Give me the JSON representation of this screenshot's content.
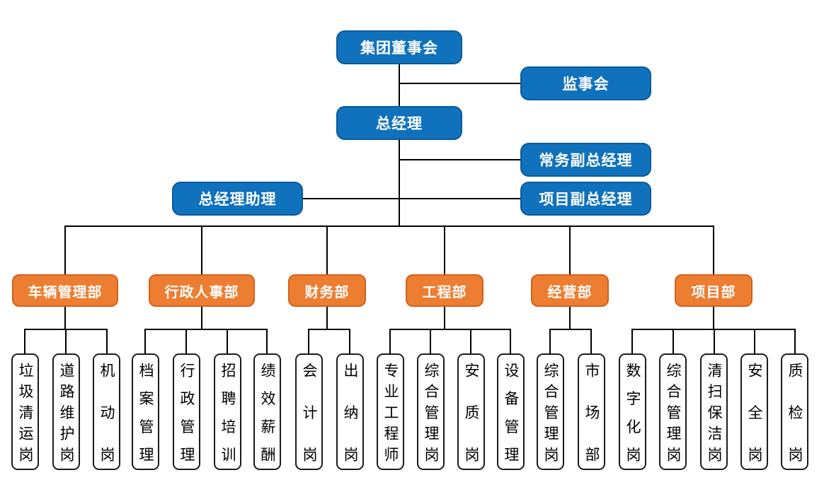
{
  "nodes": {
    "board": {
      "label": "集团董事会"
    },
    "supervisory": {
      "label": "监事会"
    },
    "general_manager": {
      "label": "总经理"
    },
    "executive_deputy_gm": {
      "label": "常务副总经理"
    },
    "project_deputy_gm": {
      "label": "项目副总经理"
    },
    "gm_assistant": {
      "label": "总经理助理"
    }
  },
  "departments": [
    {
      "name": "车辆管理部",
      "positions": [
        "垃圾清运岗",
        "道路维护岗",
        "机动岗"
      ]
    },
    {
      "name": "行政人事部",
      "positions": [
        "档案管理",
        "行政管理",
        "招聘培训",
        "绩效薪酬"
      ]
    },
    {
      "name": "财务部",
      "positions": [
        "会计岗",
        "出纳岗"
      ]
    },
    {
      "name": "工程部",
      "positions": [
        "专业工程师",
        "综合管理岗",
        "安质岗",
        "设备管理"
      ]
    },
    {
      "name": "经营部",
      "positions": [
        "综合管理岗",
        "市场部"
      ]
    },
    {
      "name": "项目部",
      "positions": [
        "数字化岗",
        "综合管理岗",
        "清扫保洁岗",
        "安全岗",
        "质检岗"
      ]
    }
  ],
  "colors": {
    "executive_blue": "#1072BC",
    "department_orange": "#ED7D31",
    "connector_black": "#000000",
    "position_border": "#1C1C1C",
    "position_fill": "#FFFFFF"
  }
}
